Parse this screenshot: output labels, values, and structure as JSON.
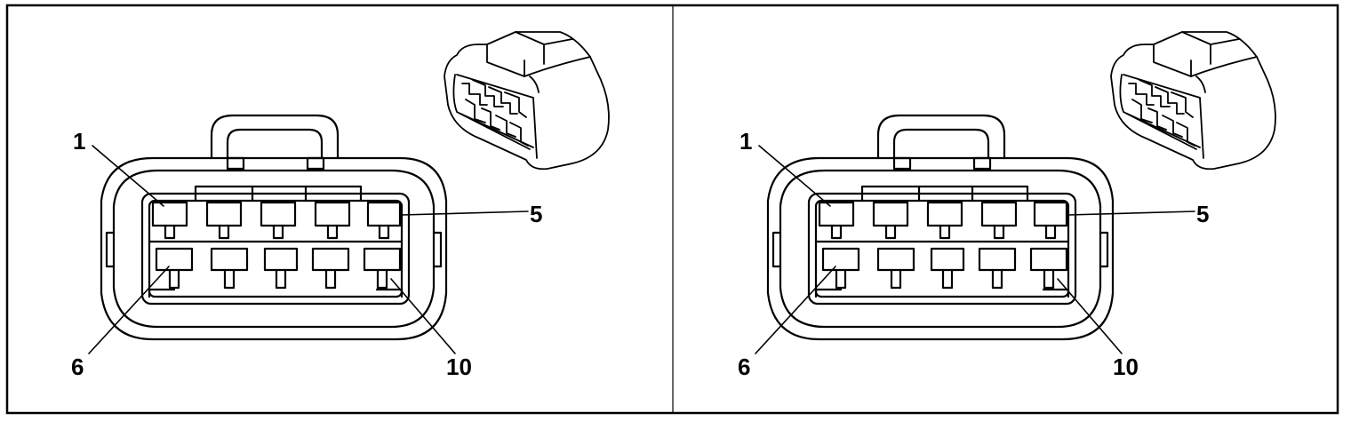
{
  "panels": [
    {
      "labels": {
        "pin1": "1",
        "pin5": "5",
        "pin6": "6",
        "pin10": "10"
      }
    },
    {
      "labels": {
        "pin1": "1",
        "pin5": "5",
        "pin6": "6",
        "pin10": "10"
      }
    }
  ],
  "colors": {
    "line": "#000000",
    "background": "#ffffff"
  }
}
